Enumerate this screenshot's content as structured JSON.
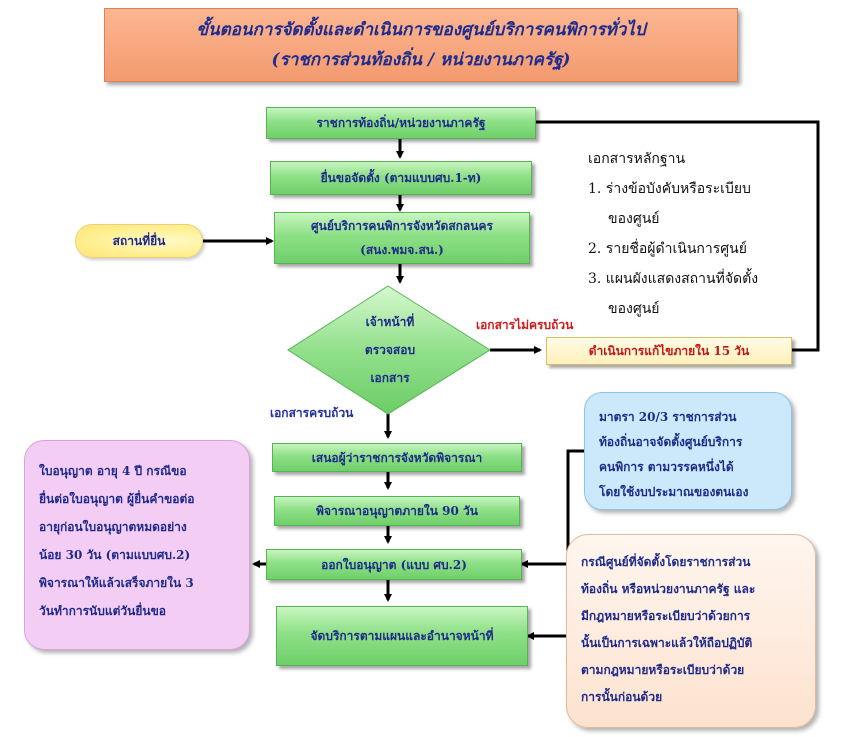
{
  "title": {
    "line1": "ขั้นตอนการจัดตั้งและดำเนินการของศูนย์บริการคนพิการทั่วไป",
    "line2": "(ราชการส่วนท้องถิ่น / หน่วยงานภาครัฐ)"
  },
  "flow": {
    "step1": "ราชการท้องถิ่น/หน่วยงานภาครัฐ",
    "step2": "ยื่นขอจัดตั้ง (ตามแบบศบ.1-ท)",
    "step3_line1": "ศูนย์บริการคนพิการจังหวัดสกลนคร",
    "step3_line2": "(สนง.พมจ.สน.)",
    "decision_line1": "เจ้าหน้าที่",
    "decision_line2": "ตรวจสอบ",
    "decision_line3": "เอกสาร",
    "step4": "เสนอผู้ว่าราชการจังหวัดพิจารณา",
    "step5": "พิจารณาอนุญาตภายใน 90 วัน",
    "step6": "ออกใบอนุญาต (แบบ ศบ.2)",
    "step7": "จัดบริการตามแผนและอำนาจหน้าที่"
  },
  "submit_place": "สถานที่ยื่น",
  "incomplete_label": "เอกสารไม่ครบถ้วน",
  "complete_label": "เอกสารครบถ้วน",
  "fix_box": "ดำเนินการแก้ไขภายใน 15 วัน",
  "documents": {
    "heading": "เอกสารหลักฐาน",
    "item1_line1": "1. ร่างข้อบังคับหรือระเบียบ",
    "item1_line2": "ของศูนย์",
    "item2": "2. รายชื่อผู้ดำเนินการศูนย์",
    "item3_line1": "3. แผนผังแสดงสถานที่จัดตั้ง",
    "item3_line2": "ของศูนย์"
  },
  "license_note": [
    "ใบอนุญาต อายุ 4 ปี กรณีขอ",
    "ยื่นต่อใบอนุญาต ผู้ยื่นคำขอต่อ",
    "อายุก่อนใบอนุญาตหมดอย่าง",
    "น้อย 30 วัน (ตามแบบศบ.2)",
    "พิจารณาให้แล้วเสร็จภายใน 3",
    "วันทำการนับแต่วันยื่นขอ"
  ],
  "law_note": [
    "มาตรา 20/3 ราชการส่วน",
    "ท้องถิ่นอาจจัดตั้งศูนย์บริการ",
    "คนพิการ  ตามวรรคหนึ่งได้",
    "โดยใช้งบประมาณของตนเอง"
  ],
  "special_note": [
    "กรณีศูนย์ที่จัดตั้งโดยราชการส่วน",
    "ท้องถิ่น หรือหน่วยงานภาครัฐ และ",
    "มีกฎหมายหรือระเบียบว่าด้วยการ",
    "นั้นเป็นการเฉพาะแล้วให้ถือปฏิบัติ",
    "ตามกฎหมายหรือระเบียบว่าด้วย",
    "การนั้นก่อนด้วย"
  ]
}
